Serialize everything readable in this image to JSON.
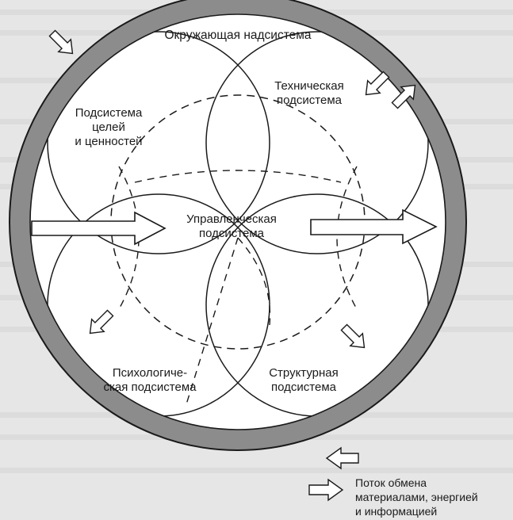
{
  "labels": {
    "outer": "Окружающая надсистема",
    "goals": "Подсистема\nцелей\nи ценностей",
    "technical": "Техническая\nподсистема",
    "management": "Управленческая\nподсистема",
    "psychological": "Психологиче-\nская подсистема",
    "structural": "Структурная\nподсистема"
  },
  "legend": {
    "text": "Поток обмена\nматериалами, энергией\nи информацией"
  },
  "colors": {
    "background": "#e6e6e6",
    "outer_ring": "#8c8c8c",
    "inner_fill": "#ffffff",
    "lines": "#1a1a1a"
  }
}
